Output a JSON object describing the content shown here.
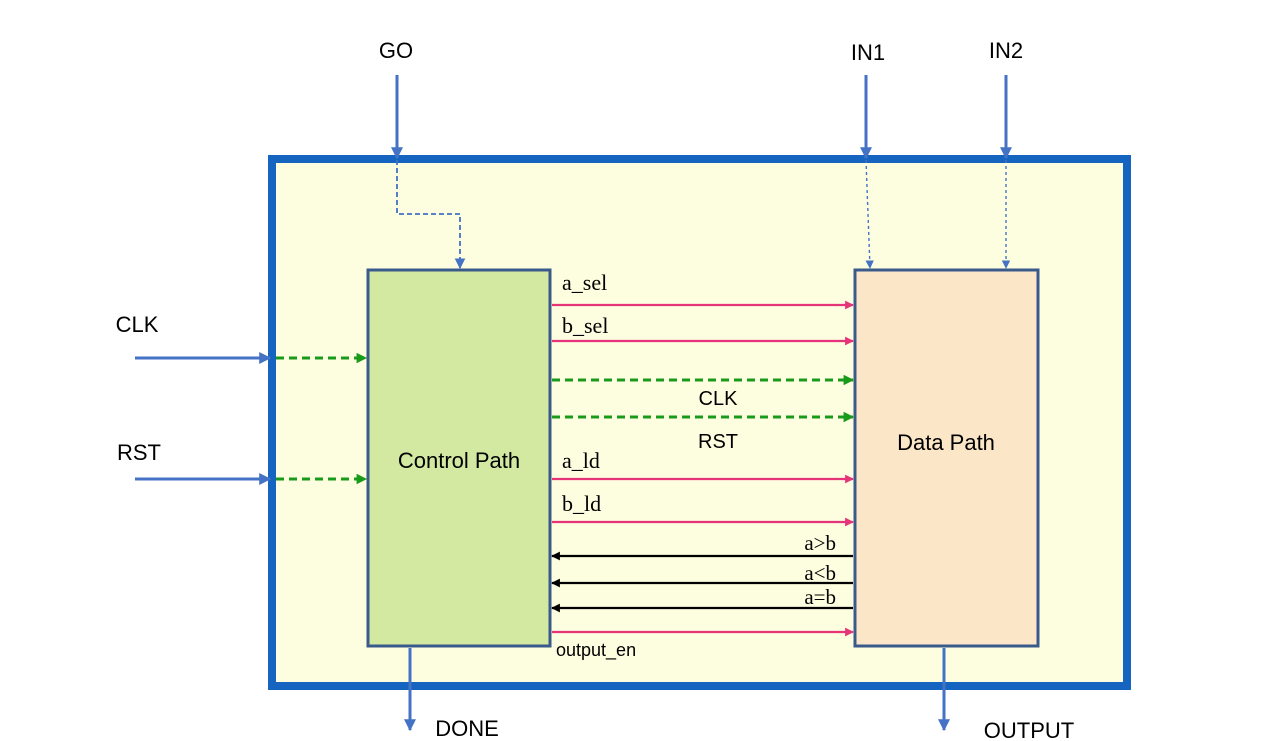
{
  "colors": {
    "outer_border": "#1565c0",
    "outer_fill": "#fdfde0",
    "control_fill": "#d3e8a1",
    "data_fill": "#fbe6c8",
    "box_border": "#3b5a8c",
    "input_arrow": "#4472c4",
    "control_signal": "#e6337a",
    "clock_signal": "#1a9a1a",
    "status_signal": "#000000"
  },
  "inputs": {
    "go": "GO",
    "in1": "IN1",
    "in2": "IN2",
    "clk": "CLK",
    "rst": "RST"
  },
  "outputs": {
    "done": "DONE",
    "output": "OUTPUT"
  },
  "blocks": {
    "control_path": "Control Path",
    "data_path": "Data Path"
  },
  "signals": {
    "a_sel": "a_sel",
    "b_sel": "b_sel",
    "clk": "CLK",
    "rst": "RST",
    "a_ld": "a_ld",
    "b_ld": "b_ld",
    "a_gt_b": "a>b",
    "a_lt_b": "a<b",
    "a_eq_b": "a=b",
    "output_en": "output_en"
  }
}
